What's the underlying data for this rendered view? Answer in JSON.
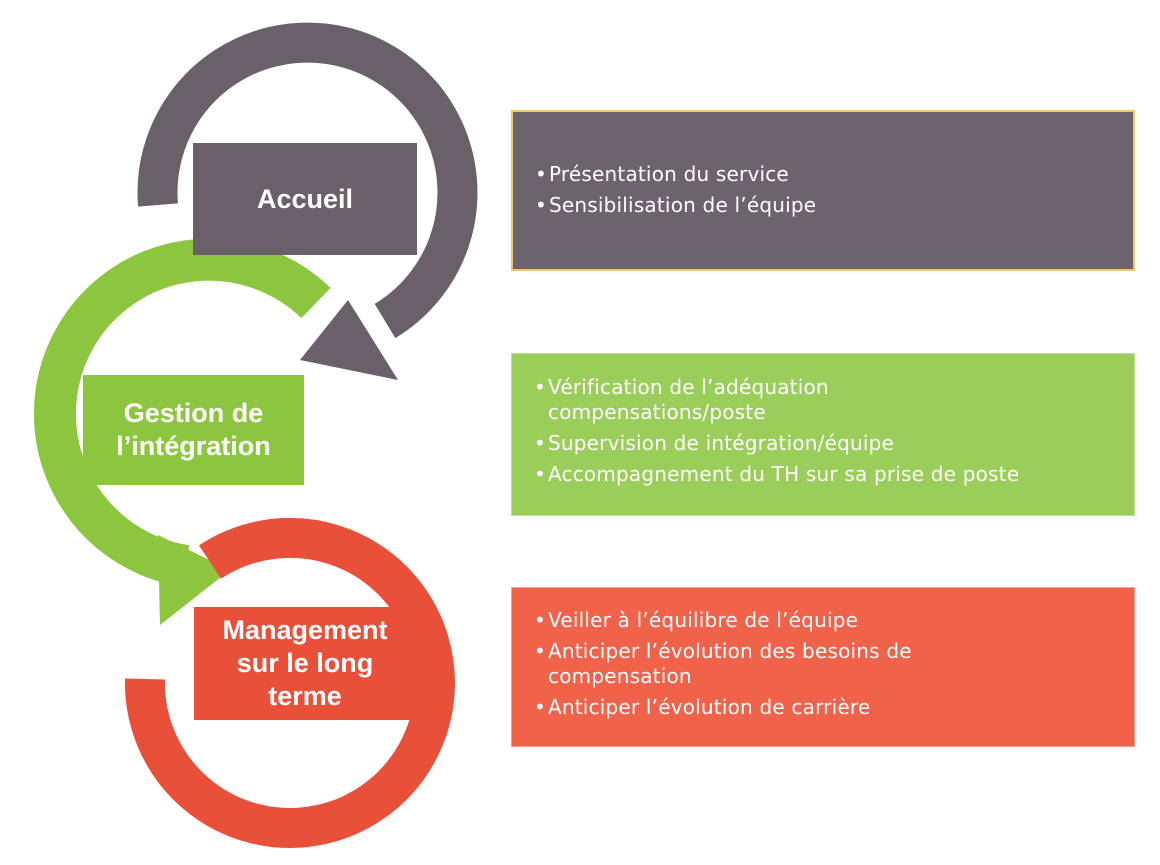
{
  "colors": {
    "accueil": "#696069",
    "integration": "#8cc63f",
    "management": "#e8503a"
  },
  "stages": {
    "accueil": {
      "label": "Accueil",
      "items": [
        "Présentation du service",
        "Sensibilisation de l’équipe"
      ]
    },
    "integration": {
      "label": "Gestion de\nl’intégration",
      "items": [
        "Vérification de l’adéquation compensations/poste",
        "Supervision de intégration/équipe",
        "Accompagnement du TH sur sa prise de poste"
      ]
    },
    "management": {
      "label": "Management\nsur le long\nterme",
      "items": [
        "Veiller à l’équilibre de l’équipe",
        "Anticiper l’évolution des besoins de compensation",
        "Anticiper l’évolution de carrière"
      ]
    }
  }
}
